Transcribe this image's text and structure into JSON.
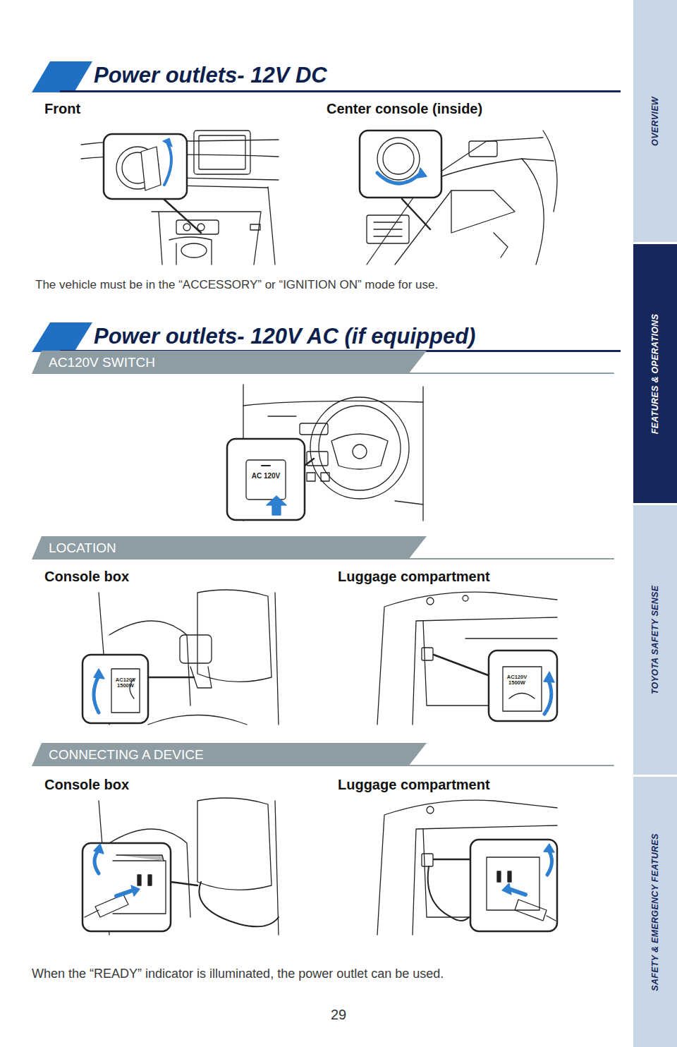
{
  "diagram": {
    "nodes": [
      {
        "text": [
          "Power outlets- 12V DC"
        ]
      },
      {
        "text": [
          "Power outlets- 120V AC (if equipped)"
        ]
      },
      {
        "text": [
          "AC120V SWITCH"
        ]
      },
      {
        "text": [
          "LOCATION"
        ]
      },
      {
        "text": [
          "CONNECTING A DEVICE"
        ]
      },
      {
        "text": [
          "OVERVIEW"
        ]
      },
      {
        "text": [
          "FEATURES & OPERATIONS"
        ]
      },
      {
        "text": [
          "TOYOTA SAFETY SENSE"
        ]
      },
      {
        "text": [
          "SAFETY & EMERGENCY FEATURES"
        ]
      }
    ],
    "labels": [
      "Front",
      "Center console (inside)",
      "The vehicle must be in the “ACCESSORY” or “IGNITION ON” mode for use.",
      "AC 120V",
      "Console box",
      "Luggage compartment",
      "AC120V 1500W",
      "AC120V 1500W",
      "Console box",
      "Luggage compartment",
      "When the “READY” indicator is illuminated, the power outlet can be used.",
      "29"
    ]
  }
}
